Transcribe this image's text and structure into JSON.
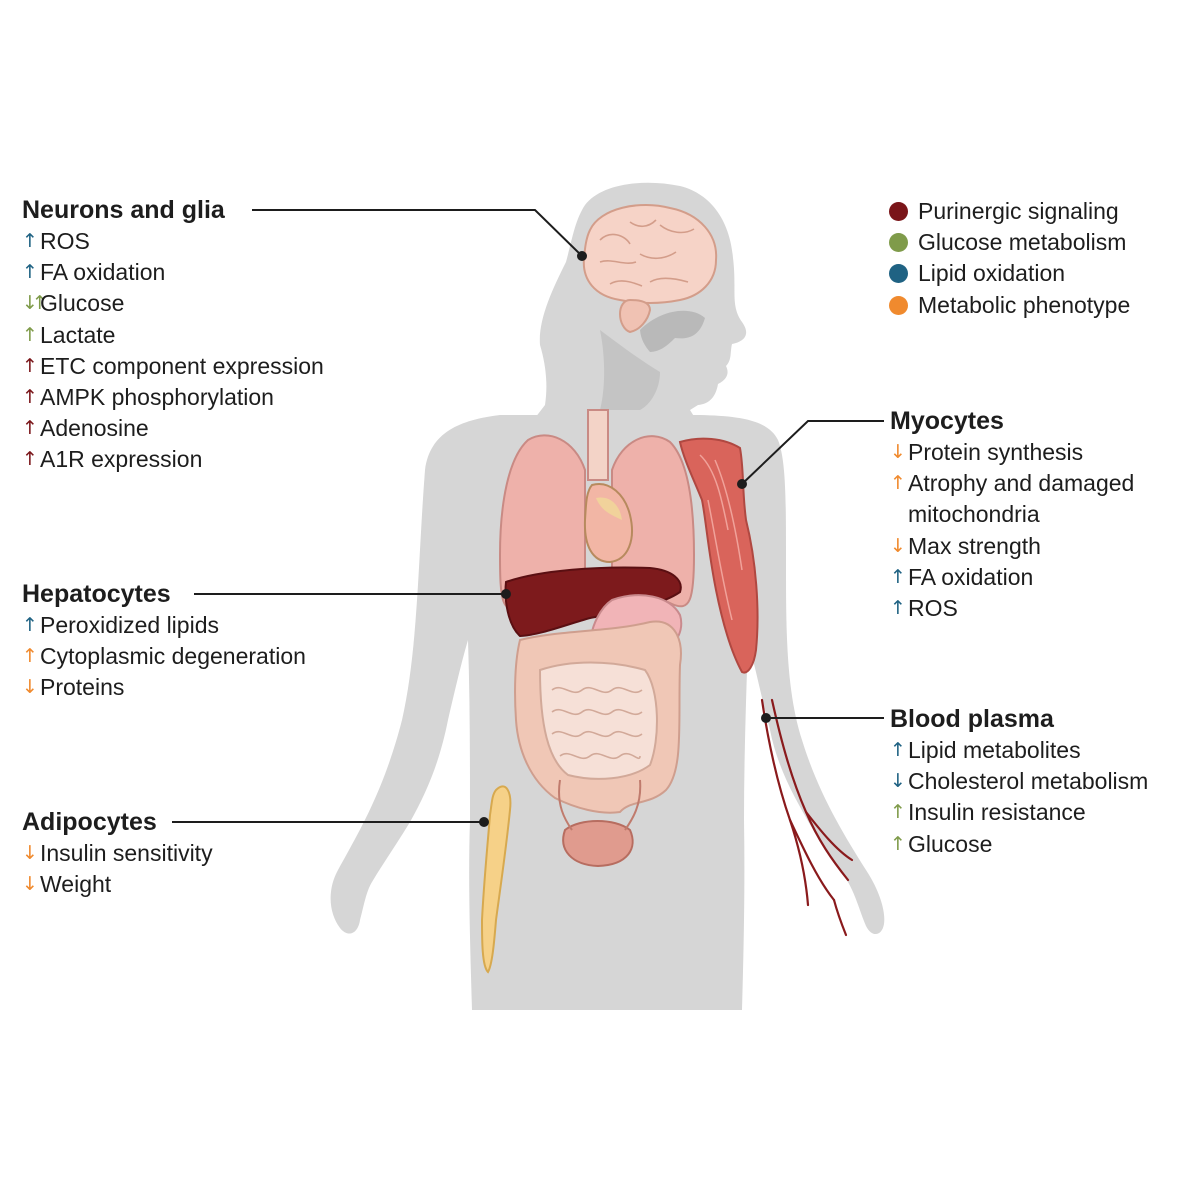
{
  "colors": {
    "purinergic": "#7a1519",
    "glucose": "#7f9b4a",
    "lipid": "#1f6283",
    "phenotype": "#f08a2e",
    "silhouette": "#d6d6d6"
  },
  "legend": [
    {
      "label": "Purinergic signaling",
      "color": "#7a1519"
    },
    {
      "label": "Glucose metabolism",
      "color": "#7f9b4a"
    },
    {
      "label": "Lipid oxidation",
      "color": "#1f6283"
    },
    {
      "label": "Metabolic phenotype",
      "color": "#f08a2e"
    }
  ],
  "groups": {
    "neurons": {
      "title": "Neurons and glia",
      "items": [
        {
          "arrow": "↑",
          "text": "ROS",
          "category": "lipid"
        },
        {
          "arrow": "↑",
          "text": "FA oxidation",
          "category": "lipid"
        },
        {
          "arrow": "↓↑",
          "text": "Glucose",
          "category": "glucose"
        },
        {
          "arrow": "↑",
          "text": "Lactate",
          "category": "glucose"
        },
        {
          "arrow": "↑",
          "text": "ETC component expression",
          "category": "purinergic"
        },
        {
          "arrow": "↑",
          "text": "AMPK phosphorylation",
          "category": "purinergic"
        },
        {
          "arrow": "↑",
          "text": "Adenosine",
          "category": "purinergic"
        },
        {
          "arrow": "↑",
          "text": "A1R expression",
          "category": "purinergic"
        }
      ]
    },
    "hepatocytes": {
      "title": "Hepatocytes",
      "items": [
        {
          "arrow": "↑",
          "text": "Peroxidized lipids",
          "category": "lipid"
        },
        {
          "arrow": "↑",
          "text": "Cytoplasmic degeneration",
          "category": "phenotype"
        },
        {
          "arrow": "↓",
          "text": "Proteins",
          "category": "phenotype"
        }
      ]
    },
    "adipocytes": {
      "title": "Adipocytes",
      "items": [
        {
          "arrow": "↓",
          "text": "Insulin sensitivity",
          "category": "phenotype"
        },
        {
          "arrow": "↓",
          "text": "Weight",
          "category": "phenotype"
        }
      ]
    },
    "myocytes": {
      "title": "Myocytes",
      "items": [
        {
          "arrow": "↓",
          "text": "Protein synthesis",
          "category": "phenotype"
        },
        {
          "arrow": "↑",
          "text": "Atrophy and damaged",
          "category": "phenotype"
        },
        {
          "arrow": "",
          "text": "mitochondria",
          "category": "phenotype"
        },
        {
          "arrow": "↓",
          "text": "Max strength",
          "category": "phenotype"
        },
        {
          "arrow": "↑",
          "text": "FA oxidation",
          "category": "lipid"
        },
        {
          "arrow": "↑",
          "text": "ROS",
          "category": "lipid"
        }
      ]
    },
    "blood": {
      "title": "Blood plasma",
      "items": [
        {
          "arrow": "↑",
          "text": "Lipid metabolites",
          "category": "lipid"
        },
        {
          "arrow": "↓",
          "text": "Cholesterol metabolism",
          "category": "lipid"
        },
        {
          "arrow": "↑",
          "text": "Insulin resistance",
          "category": "glucose"
        },
        {
          "arrow": "↑",
          "text": "Glucose",
          "category": "glucose"
        }
      ]
    }
  }
}
